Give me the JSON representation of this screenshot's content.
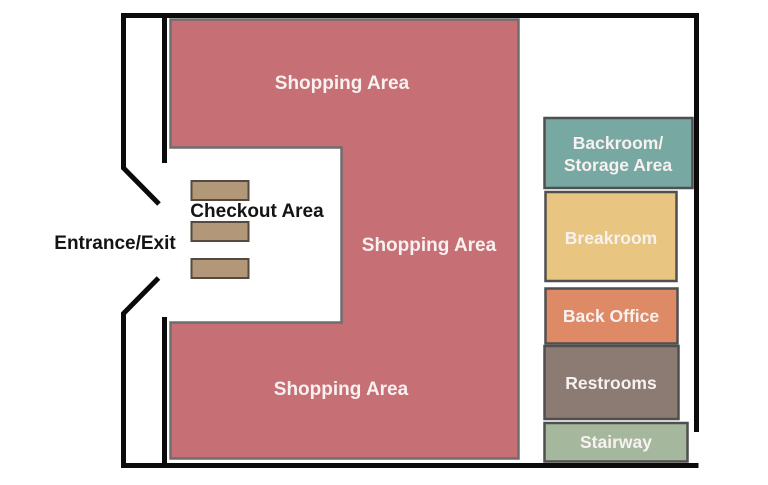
{
  "plan": {
    "shopping_area": {
      "labels": [
        "Shopping Area",
        "Shopping Area",
        "Shopping Area"
      ]
    },
    "checkout": {
      "label": "Checkout Area"
    },
    "entrance": {
      "label": "Entrance/Exit"
    },
    "rooms": {
      "backroom": {
        "line1": "Backroom/",
        "line2": "Storage Area"
      },
      "breakroom": {
        "label": "Breakroom"
      },
      "back_office": {
        "label": "Back Office"
      },
      "restrooms": {
        "label": "Restrooms"
      },
      "stairway": {
        "label": "Stairway"
      }
    }
  },
  "colors": {
    "wall": "#0b0b0b",
    "area_border": "#6e6e6e",
    "room_border": "#4f4f4f",
    "shopping_area": "#c66f75",
    "counter": "#b29879",
    "counter_border": "#554a3f",
    "backroom": "#78a8a2",
    "breakroom": "#e8c581",
    "back_office": "#de8a66",
    "restrooms": "#8b7b72",
    "stairway": "#a5b89e",
    "light_text": "#f7f1f0",
    "dark_text": "#141414"
  }
}
